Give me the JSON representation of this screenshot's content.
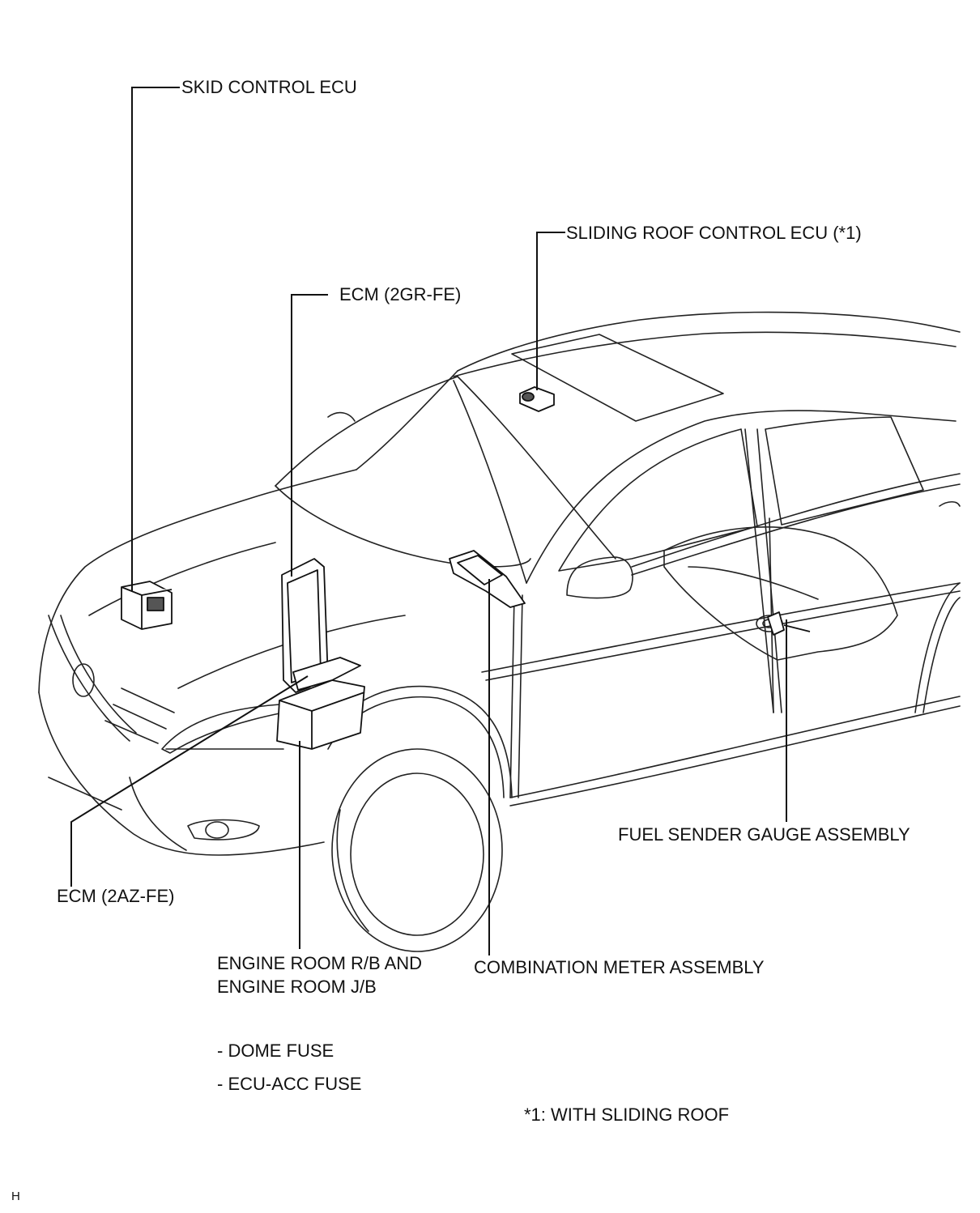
{
  "labels": {
    "skid_control_ecu": "SKID CONTROL ECU",
    "sliding_roof_control_ecu": "SLIDING ROOF CONTROL ECU (*1)",
    "ecm_2gr_fe": "ECM (2GR-FE)",
    "fuel_sender_gauge_assembly": "FUEL SENDER GAUGE ASSEMBLY",
    "ecm_2az_fe": "ECM (2AZ-FE)",
    "engine_room_rb_line1": "ENGINE ROOM R/B AND",
    "engine_room_rb_line2": "ENGINE ROOM J/B",
    "combination_meter_assembly": "COMBINATION METER ASSEMBLY",
    "dome_fuse": "- DOME FUSE",
    "ecu_acc_fuse": "- ECU-ACC FUSE",
    "footnote": "*1: WITH SLIDING ROOF",
    "corner_mark": "H"
  }
}
